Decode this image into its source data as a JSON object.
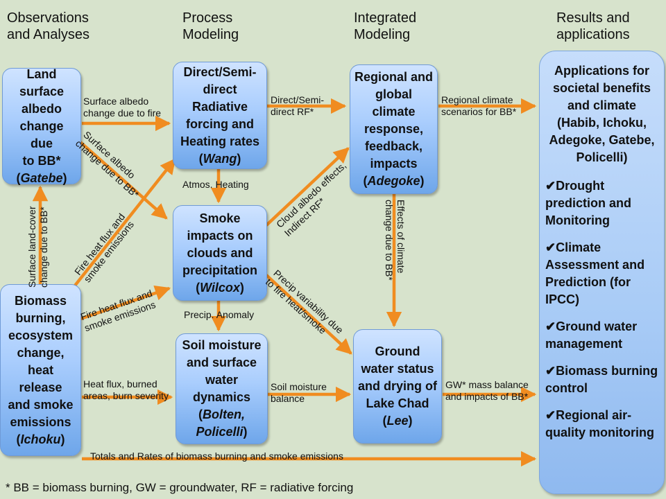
{
  "columns": [
    {
      "line1": "Observations",
      "line2": "and Analyses"
    },
    {
      "line1": "Process",
      "line2": "Modeling"
    },
    {
      "line1": "Integrated",
      "line2": "Modeling"
    },
    {
      "line1": "Results and",
      "line2": "applications"
    }
  ],
  "boxes": {
    "land": {
      "lines": [
        "Land",
        "surface",
        "albedo",
        "change due",
        "to BB*"
      ],
      "author": "Gatebe"
    },
    "biomass": {
      "lines": [
        "Biomass",
        "burning,",
        "ecosystem",
        "change,",
        "heat release",
        "and smoke",
        "emissions"
      ],
      "author": "Ichoku"
    },
    "direct": {
      "lines": [
        "Direct/Semi-",
        "direct",
        "Radiative",
        "forcing and",
        "Heating rates"
      ],
      "author": "Wang"
    },
    "smoke": {
      "lines": [
        "Smoke",
        "impacts on",
        "clouds and",
        "precipitation"
      ],
      "author": "Wilcox"
    },
    "soil": {
      "lines": [
        "Soil moisture",
        "and surface",
        "water",
        "dynamics"
      ],
      "author1": "Bolten,",
      "author2": "Policelli"
    },
    "regional": {
      "lines": [
        "Regional and",
        "global",
        "climate",
        "response,",
        "feedback,",
        "impacts"
      ],
      "author": "Adegoke"
    },
    "ground": {
      "lines": [
        "Ground",
        "water status",
        "and drying of",
        "Lake Chad"
      ],
      "author": "Lee"
    }
  },
  "results": {
    "title_lines": [
      "Applications for",
      "societal benefits",
      "and climate"
    ],
    "authors_lines": [
      "Habib, Ichoku,",
      "Adegoke, Gatebe,",
      "Policelli"
    ],
    "items": [
      {
        "lines": [
          "Drought",
          "prediction and",
          "Monitoring"
        ]
      },
      {
        "lines": [
          "Climate",
          "Assessment and",
          "Prediction (for",
          "IPCC)"
        ]
      },
      {
        "lines": [
          "Ground water",
          "management"
        ]
      },
      {
        "lines": [
          "Biomass burning",
          "control"
        ]
      },
      {
        "lines": [
          "Regional air-",
          "quality monitoring"
        ]
      }
    ]
  },
  "arrow_labels": {
    "albedo_h_1": "Surface albedo",
    "albedo_h_2": "change due to fire",
    "albedo_d_1": "Surface albedo",
    "albedo_d_2": "change due to BB*",
    "landcover_1": "Surface land-cover",
    "landcover_2": "change due to BB*",
    "fireflux_up_1": "Fire heat flux and",
    "fireflux_up_2": "smoke emissions",
    "fireflux_mid_1": "Fire heat flux and",
    "fireflux_mid_2": "smoke emissions",
    "heatflux_1": "Heat flux, burned",
    "heatflux_2": "areas, burn severity",
    "dsrf_1": "Direct/Semi-",
    "dsrf_2": "direct RF*",
    "atmos": "Atmos. Heating",
    "cloud_1": "Cloud albedo effects,",
    "cloud_2": "Indirect RF*",
    "precip_anom": "Precip. Anomaly",
    "precip_var_1": "Precip variability due",
    "precip_var_2": "to fire heat/smoke",
    "soilbal_1": "Soil moisture",
    "soilbal_2": "balance",
    "regclim_1": "Regional climate",
    "regclim_2": "scenarios for BB*",
    "effects_1": "Effects of climate",
    "effects_2": "change due to BB*",
    "gw_1": "GW* mass balance",
    "gw_2": "and impacts of BB*",
    "totals": "Totals and Rates of biomass burning and smoke emissions"
  },
  "footnote": "*  BB = biomass burning,  GW = groundwater, RF = radiative forcing",
  "colors": {
    "arrow": "#f08c20",
    "box_top": "#cfe3ff",
    "box_bottom": "#6ea6ea",
    "background": "#d7e3cc"
  }
}
